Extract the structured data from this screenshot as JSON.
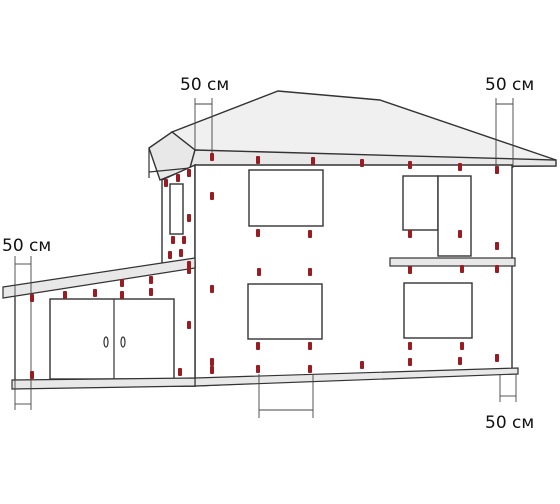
{
  "labels": {
    "top_left": "50 см",
    "top_right": "50 см",
    "left": "50 см",
    "bottom_right": "50 см"
  },
  "colors": {
    "clip": "#9b1b22",
    "outline": "#333333",
    "roof_fill": "#f0f0f0",
    "trim_fill": "#e8e8e8"
  }
}
